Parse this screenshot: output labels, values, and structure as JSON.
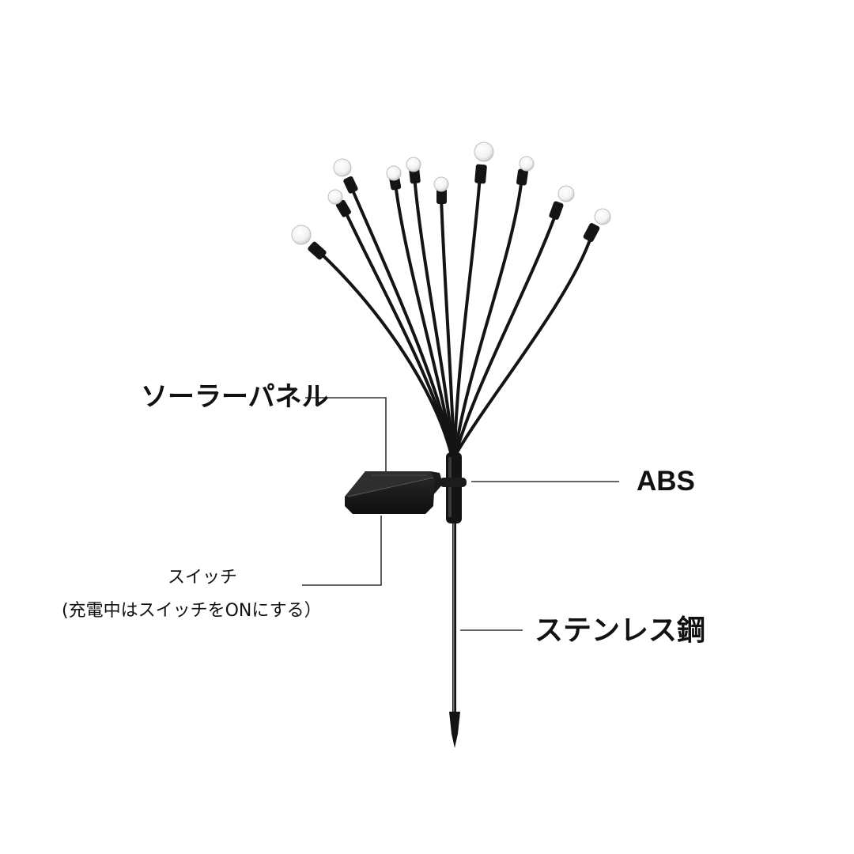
{
  "callouts": {
    "solar_panel": "ソーラーパネル",
    "abs": "ABS",
    "switch": "スイッチ",
    "switch_note": "(充電中はスイッチをONにする）",
    "stainless_steel": "ステンレス鋼"
  },
  "colors": {
    "product": "#141414",
    "bulb": "#f5f5f5",
    "leader_line": "#333333"
  },
  "icons": {
    "bulb": "led-bulb-icon",
    "solar_panel": "solar-panel-icon"
  }
}
